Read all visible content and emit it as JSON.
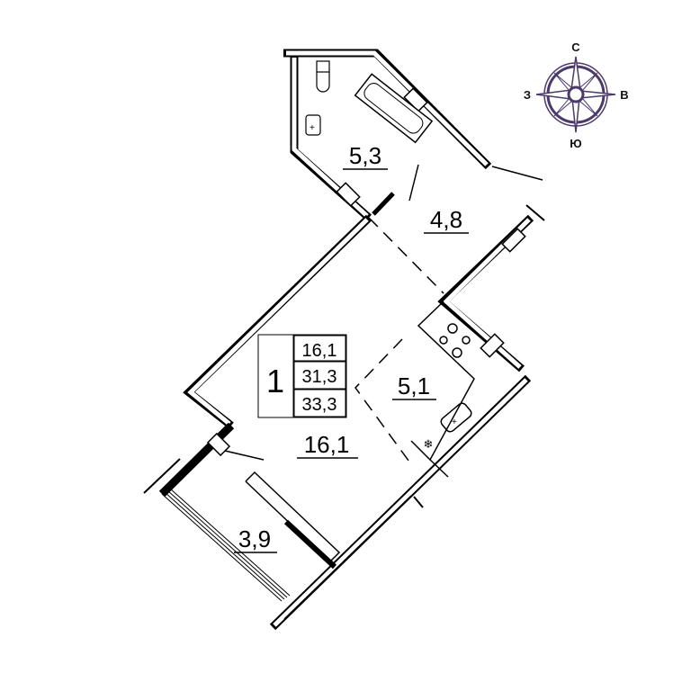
{
  "plan": {
    "rooms": {
      "bathroom": "5,3",
      "hallway": "4,8",
      "kitchen": "5,1",
      "living_room": "16,1",
      "balcony": "3,9"
    },
    "info_box": {
      "rooms_count": "1",
      "living_area": "16,1",
      "total_area": "31,3",
      "total_with_balcony": "33,3"
    }
  },
  "compass": {
    "north": "С",
    "west": "З",
    "east": "В",
    "south": "Ю",
    "color": "#4b3a6b"
  }
}
